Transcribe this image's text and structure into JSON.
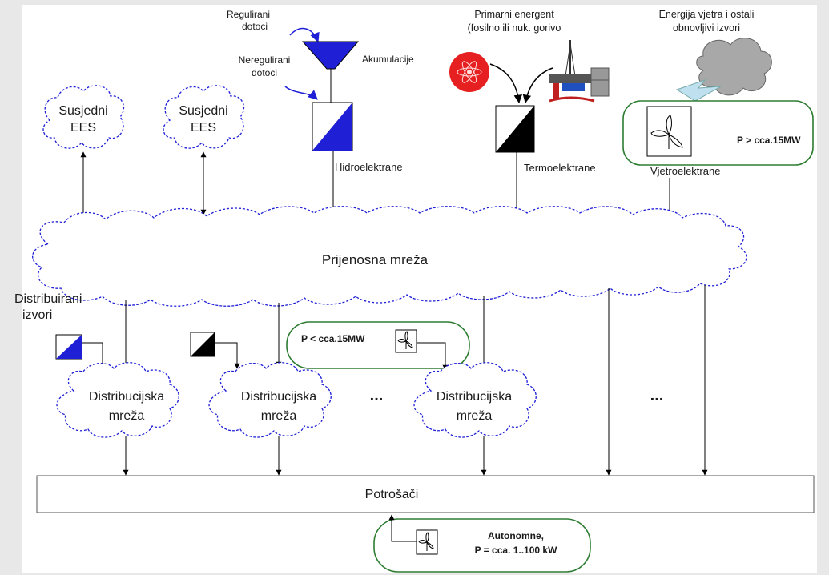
{
  "sources": {
    "regulirani": [
      "Regulirani",
      "dotoci"
    ],
    "neregulirani": [
      "Neregulirani",
      "dotoci"
    ],
    "akumulacije": "Akumulacije",
    "primarni": [
      "Primarni energent",
      "(fosilno ili nuk. gorivo"
    ],
    "vjetar_izvori": [
      "Energija vjetra i ostali",
      "obnovljivi izvori"
    ]
  },
  "plants": {
    "hidro": "Hidroelektrane",
    "termo": "Termoelektrane",
    "vjetro": "Vjetroelektrane"
  },
  "neighbors": [
    [
      "Susjedni",
      "EES"
    ],
    [
      "Susjedni",
      "EES"
    ]
  ],
  "transmission": "Prijenosna mreža",
  "distributed": [
    "Distribuirani",
    "izvori"
  ],
  "distribution": [
    [
      "Distribucijska",
      "mreža"
    ],
    [
      "Distribucijska",
      "mreža"
    ],
    [
      "Distribucijska",
      "mreža"
    ]
  ],
  "ellipsis": "...",
  "consumers": "Potrošači",
  "wind_large": "P > cca.15MW",
  "wind_small": "P < cca.15MW",
  "autonomous": [
    "Autonomne,",
    "P = cca. 1..100 kW"
  ],
  "colors": {
    "blue": "#1f1fd6",
    "green": "#2e7d32",
    "black": "#000000",
    "nuclear_red": "#e62020"
  }
}
